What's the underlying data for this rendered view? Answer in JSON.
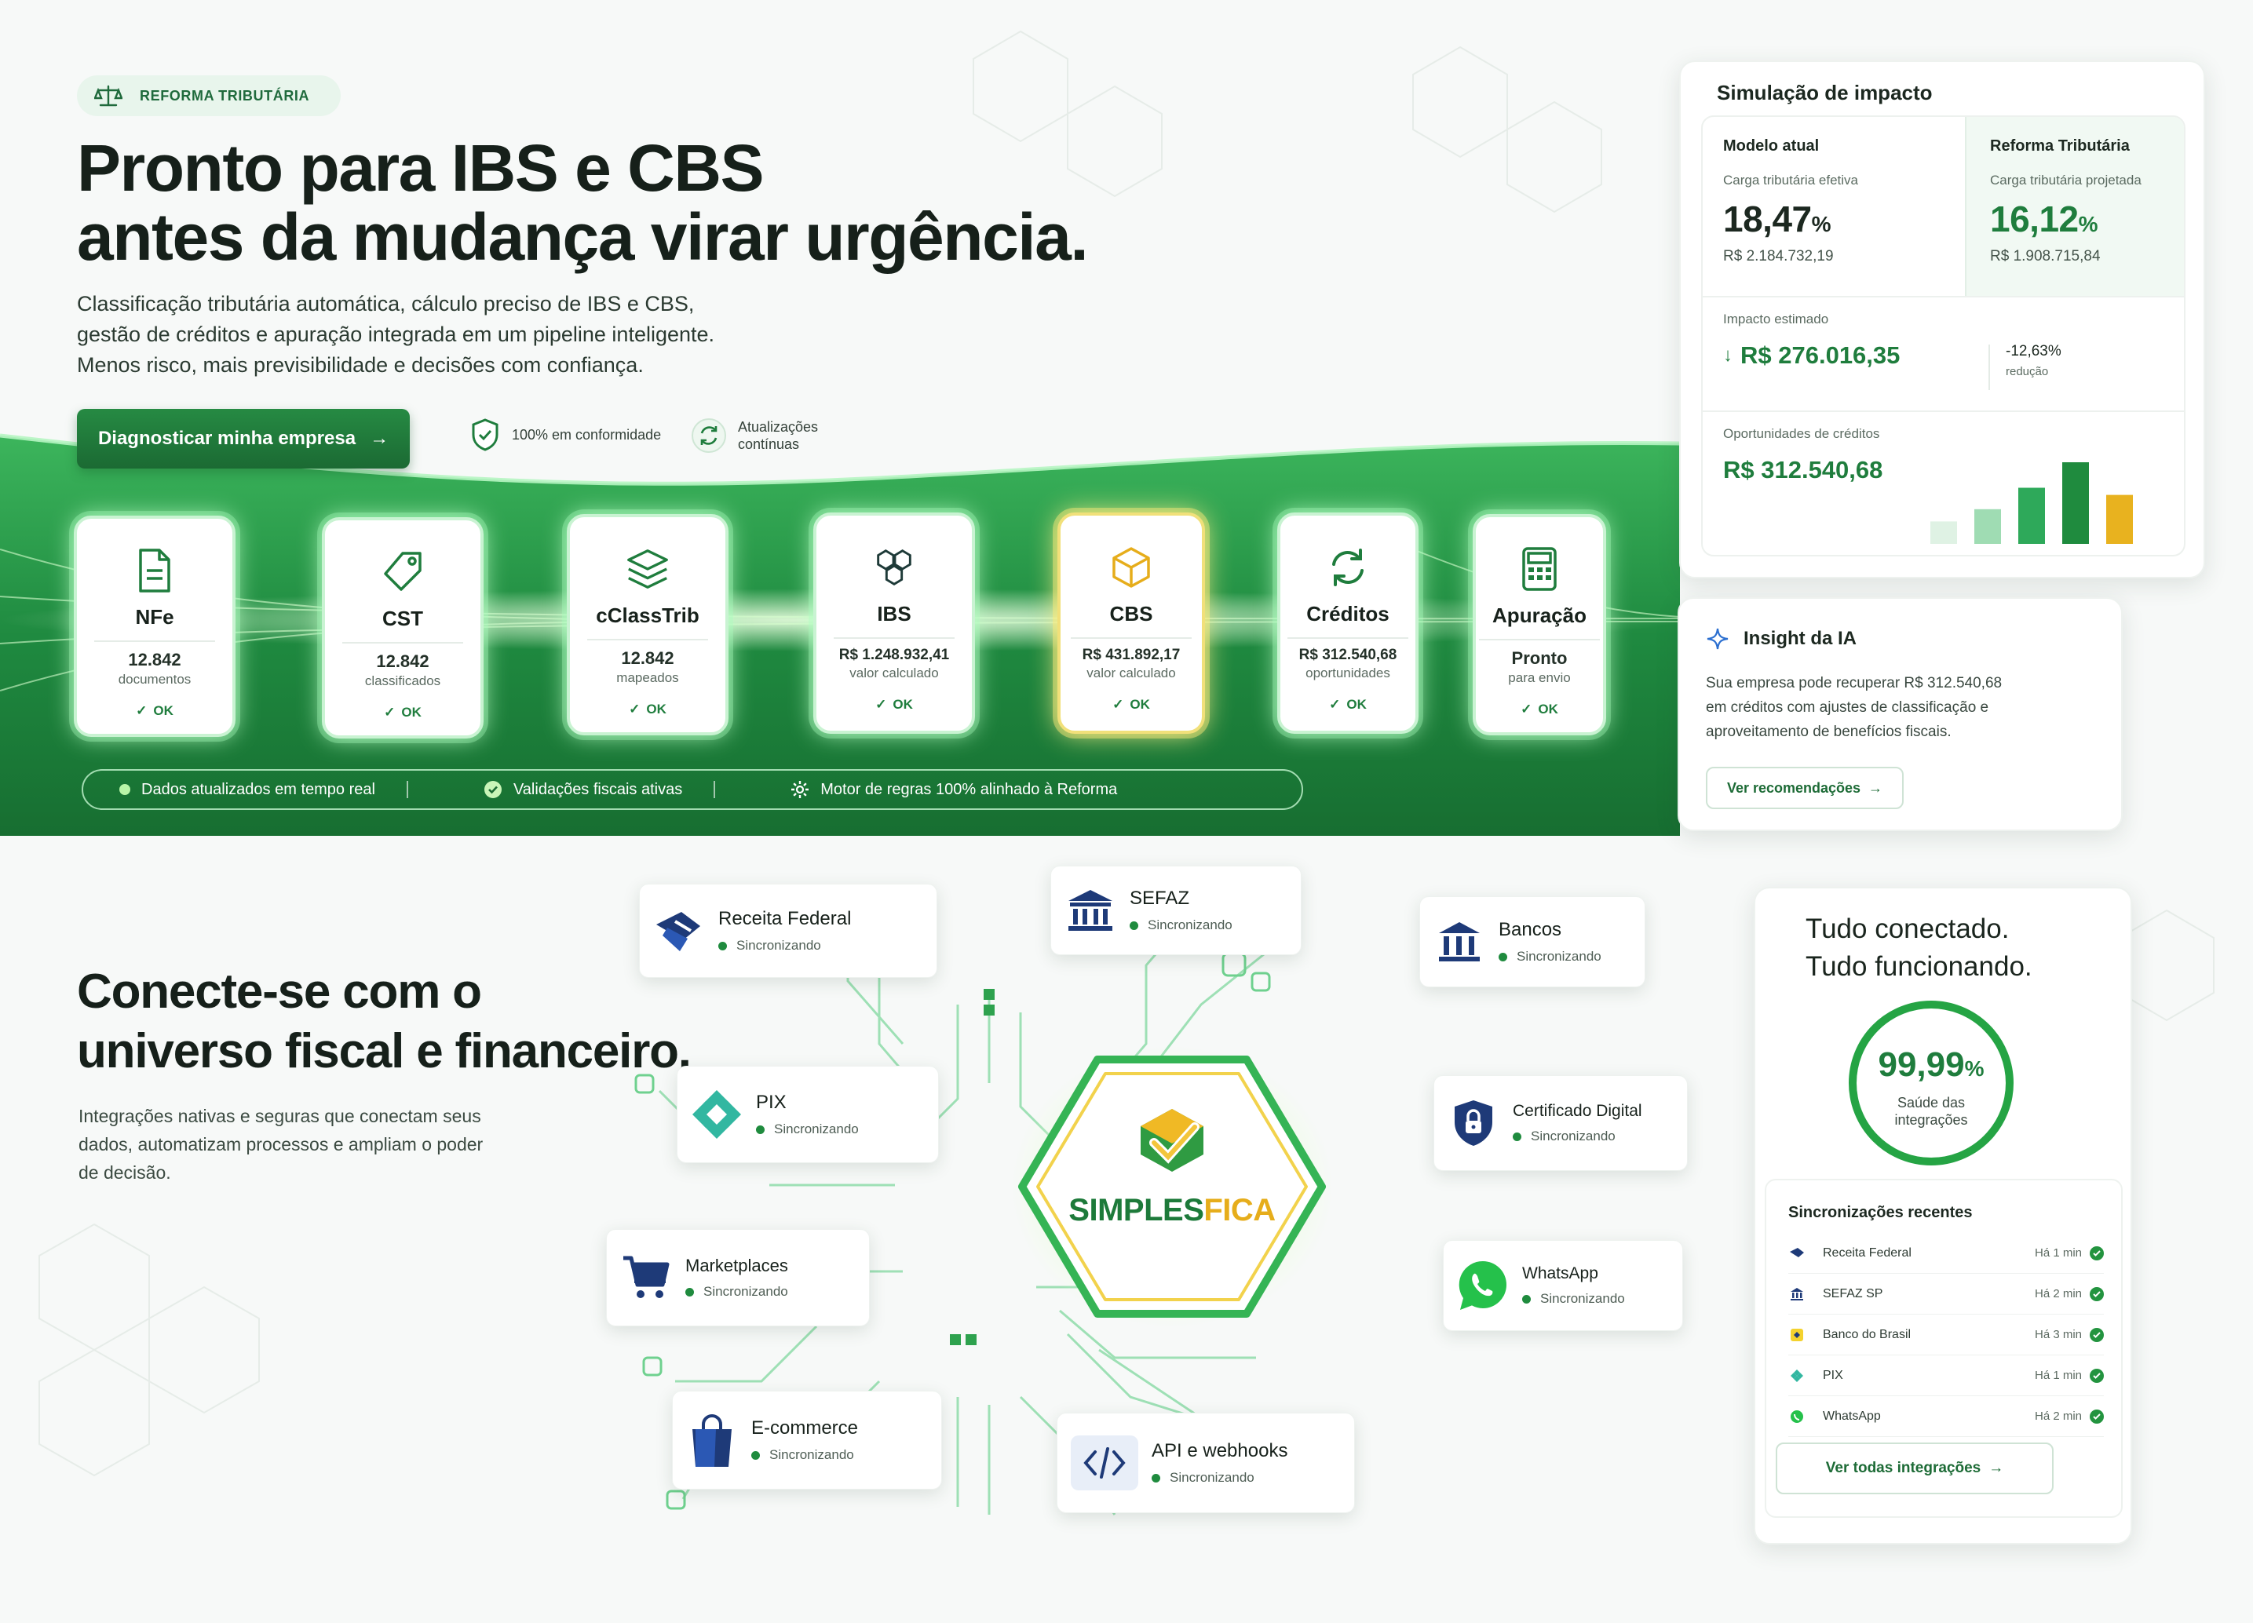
{
  "colors": {
    "brand_green": "#1f7d3d",
    "accent_gold": "#e8b21f",
    "band_green": "#1e8a3e"
  },
  "hero": {
    "badge": "REFORMA TRIBUTÁRIA",
    "title_line1": "Pronto para IBS e CBS",
    "title_line2": "antes da mudança virar urgência.",
    "lead_line1": "Classificação tributária automática, cálculo preciso de IBS e CBS,",
    "lead_line2": "gestão de créditos e apuração integrada em um pipeline inteligente.",
    "lead_line3": "Menos risco, mais previsibilidade e decisões com confiança.",
    "cta": "Diagnosticar minha empresa",
    "trust1": "100% em conformidade",
    "trust2_line1": "Atualizações",
    "trust2_line2": "contínuas"
  },
  "pipeline": [
    {
      "title": "NFe",
      "value": "12.842",
      "sub": "documentos",
      "status": "OK",
      "icon": "document-icon"
    },
    {
      "title": "CST",
      "value": "12.842",
      "sub": "classificados",
      "status": "OK",
      "icon": "tag-icon"
    },
    {
      "title": "cClassTrib",
      "value": "12.842",
      "sub": "mapeados",
      "status": "OK",
      "icon": "layers-icon"
    },
    {
      "title": "IBS",
      "value": "R$ 1.248.932,41",
      "sub": "valor calculado",
      "status": "OK",
      "icon": "hexagons-icon"
    },
    {
      "title": "CBS",
      "value": "R$ 431.892,17",
      "sub": "valor calculado",
      "status": "OK",
      "icon": "cube-icon"
    },
    {
      "title": "Créditos",
      "value": "R$ 312.540,68",
      "sub": "oportunidades",
      "status": "OK",
      "icon": "refresh-icon"
    },
    {
      "title": "Apuração",
      "value": "Pronto",
      "sub": "para envio",
      "status": "OK",
      "icon": "calculator-icon"
    }
  ],
  "statusbar": {
    "item1": "Dados atualizados em tempo real",
    "item2": "Validações fiscais ativas",
    "item3": "Motor de regras 100% alinhado à Reforma"
  },
  "impact": {
    "title": "Simulação de impacto",
    "current": {
      "heading": "Modelo atual",
      "label": "Carga tributária efetiva",
      "rate": "18,47",
      "pct": "%",
      "amount": "R$ 2.184.732,19"
    },
    "reform": {
      "heading": "Reforma Tributária",
      "label": "Carga tributária projetada",
      "rate": "16,12",
      "pct": "%",
      "amount": "R$ 1.908.715,84"
    },
    "estimated_label": "Impacto estimado",
    "estimated_value": "R$ 276.016,35",
    "reduction_value": "-12,63%",
    "reduction_label": "redução",
    "credits_label": "Oportunidades de créditos",
    "credits_value": "R$ 312.540,68"
  },
  "credit_bars": [
    0.22,
    0.34,
    0.55,
    0.8,
    0.48
  ],
  "insight": {
    "title": "Insight da IA",
    "line1": "Sua empresa pode recuperar R$ 312.540,68",
    "line2": "em créditos com ajustes de classificação e",
    "line3": "aproveitamento de benefícios fiscais.",
    "button": "Ver recomendações"
  },
  "integrations": {
    "title_line1": "Conecte-se com o",
    "title_line2": "universo fiscal e financeiro.",
    "lead_line1": "Integrações nativas e seguras que conectam seus",
    "lead_line2": "dados, automatizam processos e ampliam o poder",
    "lead_line3": "de decisão.",
    "hub_logo_part1": "SIMPLES",
    "hub_logo_part2": "FICA",
    "status_label": "Sincronizando",
    "nodes": [
      {
        "name": "Receita Federal",
        "icon": "receita-federal-icon"
      },
      {
        "name": "SEFAZ",
        "icon": "government-building-icon"
      },
      {
        "name": "Bancos",
        "icon": "bank-icon"
      },
      {
        "name": "PIX",
        "icon": "pix-icon"
      },
      {
        "name": "Certificado Digital",
        "icon": "shield-lock-icon"
      },
      {
        "name": "Marketplaces",
        "icon": "cart-icon"
      },
      {
        "name": "WhatsApp",
        "icon": "whatsapp-icon"
      },
      {
        "name": "E-commerce",
        "icon": "shopping-bag-icon"
      },
      {
        "name": "API e webhooks",
        "icon": "code-icon"
      }
    ]
  },
  "health": {
    "title_line1": "Tudo conectado.",
    "title_line2": "Tudo funcionando.",
    "value": "99,99",
    "pct": "%",
    "fraction": 0.9999,
    "label_line1": "Saúde das",
    "label_line2": "integrações",
    "recent_title": "Sincronizações recentes",
    "recent": [
      {
        "name": "Receita Federal",
        "time": "Há 1 min"
      },
      {
        "name": "SEFAZ SP",
        "time": "Há 2 min"
      },
      {
        "name": "Banco do Brasil",
        "time": "Há 3 min"
      },
      {
        "name": "PIX",
        "time": "Há 1 min"
      },
      {
        "name": "WhatsApp",
        "time": "Há 2 min"
      }
    ],
    "button": "Ver todas integrações"
  }
}
